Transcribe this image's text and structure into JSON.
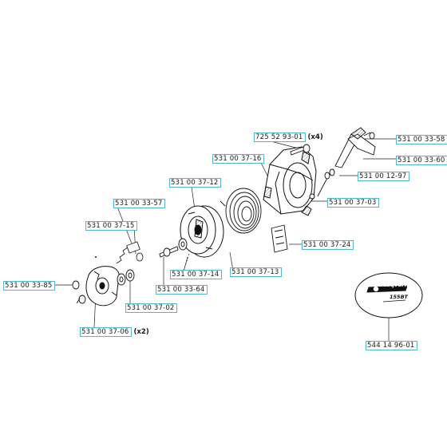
{
  "parts": [
    {
      "id": "p1",
      "number": "725 52 93-01",
      "qty": "(x4)"
    },
    {
      "id": "p2",
      "number": "531 00 33-58",
      "qty": ""
    },
    {
      "id": "p3",
      "number": "531 00 37-16",
      "qty": ""
    },
    {
      "id": "p4",
      "number": "531 00 33-60",
      "qty": ""
    },
    {
      "id": "p5",
      "number": "531 00 12-97",
      "qty": ""
    },
    {
      "id": "p6",
      "number": "531 00 37-12",
      "qty": ""
    },
    {
      "id": "p7",
      "number": "531 00 37-03",
      "qty": ""
    },
    {
      "id": "p8",
      "number": "531 00 33-57",
      "qty": ""
    },
    {
      "id": "p9",
      "number": "531 00 37-15",
      "qty": ""
    },
    {
      "id": "p10",
      "number": "531 00 37-24",
      "qty": ""
    },
    {
      "id": "p11",
      "number": "531 00 37-14",
      "qty": ""
    },
    {
      "id": "p12",
      "number": "531 00 37-13",
      "qty": ""
    },
    {
      "id": "p13",
      "number": "531 00 33-85",
      "qty": ""
    },
    {
      "id": "p14",
      "number": "531 00 33-64",
      "qty": ""
    },
    {
      "id": "p15",
      "number": "531 00 37-02",
      "qty": ""
    },
    {
      "id": "p16",
      "number": "531 00 37-06",
      "qty": "(x2)"
    },
    {
      "id": "p17",
      "number": "544 14 96-01",
      "qty": ""
    }
  ],
  "decal": {
    "brand": "Husqvarna",
    "model": "155BT"
  },
  "colors": {
    "label_border": "#4fb8c9",
    "line": "#222222"
  }
}
